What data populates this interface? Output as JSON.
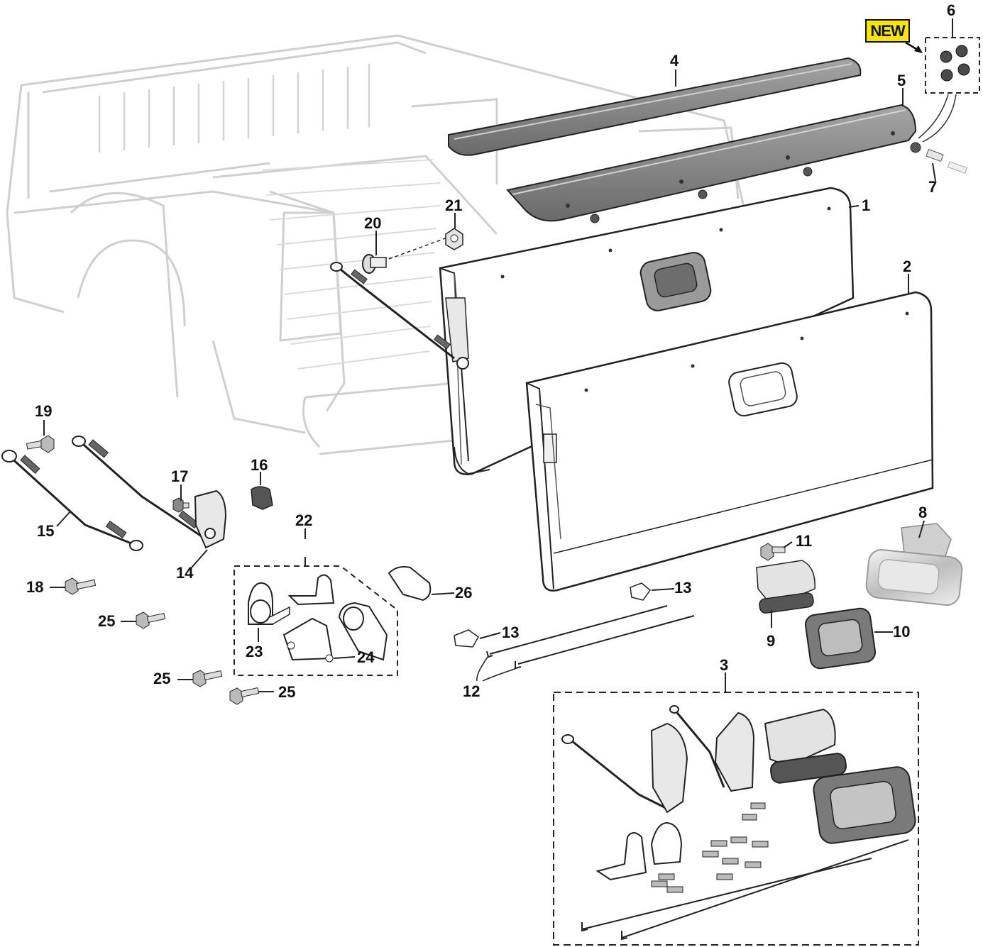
{
  "badge": {
    "text": "NEW"
  },
  "callouts": {
    "c1": "1",
    "c2": "2",
    "c3": "3",
    "c4": "4",
    "c5": "5",
    "c6": "6",
    "c7": "7",
    "c8": "8",
    "c9": "9",
    "c10": "10",
    "c11": "11",
    "c12": "12",
    "c13a": "13",
    "c13b": "13",
    "c14": "14",
    "c15": "15",
    "c16": "16",
    "c17": "17",
    "c18": "18",
    "c19": "19",
    "c20": "20",
    "c21": "21",
    "c22": "22",
    "c23": "23",
    "c24": "24",
    "c25a": "25",
    "c25b": "25",
    "c25c": "25",
    "c26": "26"
  },
  "colors": {
    "truck_outline": "#cfcfcf",
    "part_outline": "#222222",
    "panel_fill": "#ffffff",
    "cap_fill": "#8a8a8a",
    "cap_dark": "#5f5f5f",
    "chrome": "#d8d8d8",
    "badge_yellow": "#f6e600"
  }
}
